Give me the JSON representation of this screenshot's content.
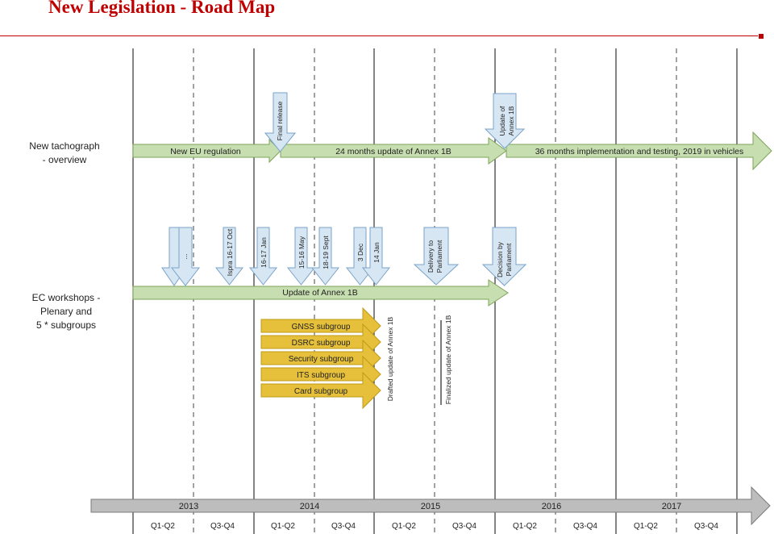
{
  "title": "New Legislation - Road Map",
  "colors": {
    "accent": "#c00000",
    "green_arrow": "#c7dfb0",
    "green_border": "#7ea35a",
    "blue_arrow": "#d6e6f3",
    "blue_border": "#7aa3c8",
    "yellow_arrow": "#e6c03a",
    "yellow_border": "#bf9a16",
    "gray_arrow": "#bdbdbd",
    "gray_border": "#7a7a7a"
  },
  "rows": {
    "tachograph": {
      "label_line1": "New tachograph",
      "label_line2": "- overview"
    },
    "workshops": {
      "label_line1": "EC workshops -",
      "label_line2": "Plenary and",
      "label_line3": "5 * subgroups"
    }
  },
  "tachograph_phases": {
    "phase1": "New EU regulation",
    "phase2": "24 months update of Annex 1B",
    "phase3": "36 months implementation and testing, 2019 in vehicles"
  },
  "tachograph_milestones": {
    "final_release": "Final release",
    "update_annex_l1": "Update of",
    "update_annex_l2": "Annex 1B"
  },
  "workshops_phase": "Update of Annex 1B",
  "workshop_milestones": {
    "ellipsis": "...",
    "ispra": "Ispra 16-17 Oct",
    "jan": "16-17 Jan",
    "may": "15-16 May",
    "sept": "18-19 Sept",
    "dec": "3 Dec",
    "jan2": "14 Jan",
    "delivery_l1": "Delivery to",
    "delivery_l2": "Parliament",
    "decision_l1": "Decision by",
    "decision_l2": "Parliament"
  },
  "subgroups": {
    "gnss": "GNSS subgroup",
    "dsrc": "DSRC subgroup",
    "security": "Security subgroup",
    "its": "ITS subgroup",
    "card": "Card subgroup"
  },
  "annotations": {
    "drafted": "Drafted update of Annex 1B",
    "finalized": "Finalized update of Annex 1B"
  },
  "timeline": {
    "years": {
      "y2013": "2013",
      "y2014": "2014",
      "y2015": "2015",
      "y2016": "2016",
      "y2017": "2017"
    },
    "halves": {
      "h1": "Q1-Q2",
      "h2": "Q3-Q4",
      "h3": "Q1-Q2",
      "h4": "Q3-Q4",
      "h5": "Q1-Q2",
      "h6": "Q3-Q4",
      "h7": "Q1-Q2",
      "h8": "Q3-Q4",
      "h9": "Q1-Q2",
      "h10": "Q3-Q4"
    }
  }
}
